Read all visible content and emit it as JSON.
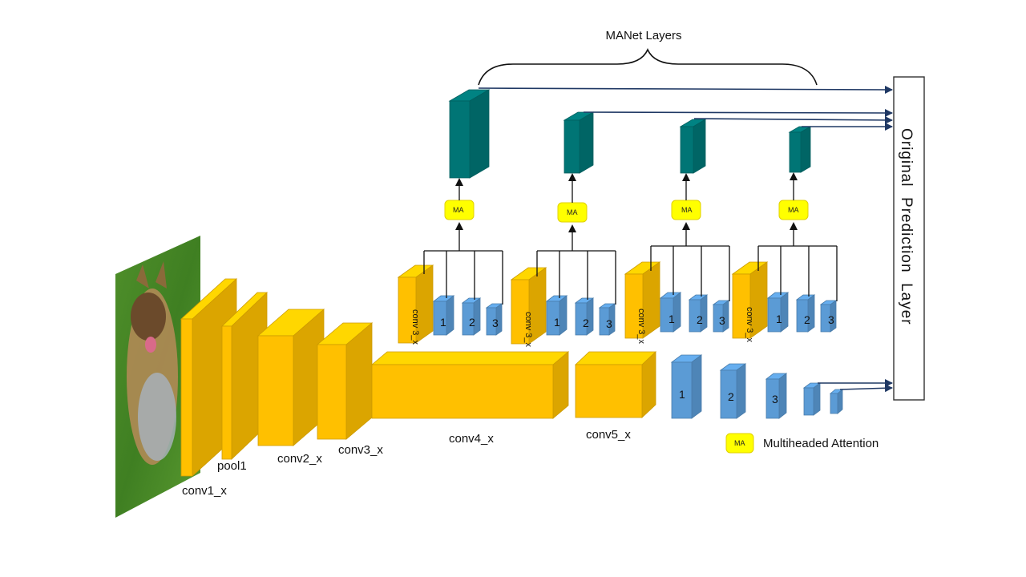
{
  "title": "MANet Layers",
  "backbone": {
    "conv1": "conv1_x",
    "pool1": "pool1",
    "conv2": "conv2_x",
    "conv3": "conv3_x",
    "conv4": "conv4_x",
    "conv5": "conv5_x"
  },
  "extra_layers": [
    "1",
    "2",
    "3"
  ],
  "branch": {
    "conv_label": "conv 3_x",
    "sub_labels": [
      "1",
      "2",
      "3"
    ],
    "attention_tag": "MA"
  },
  "output": {
    "label": "Original  Prediction  Layer"
  },
  "legend": {
    "tag": "MA",
    "text": "Multiheaded Attention"
  },
  "colors": {
    "backbone": "#ffc000",
    "extra": "#5b9bd5",
    "manet": "#007575",
    "attention": "#ffff00",
    "arrow": "#1f3864"
  },
  "input_image": {
    "subject": "yorkshire terrier on grass"
  }
}
